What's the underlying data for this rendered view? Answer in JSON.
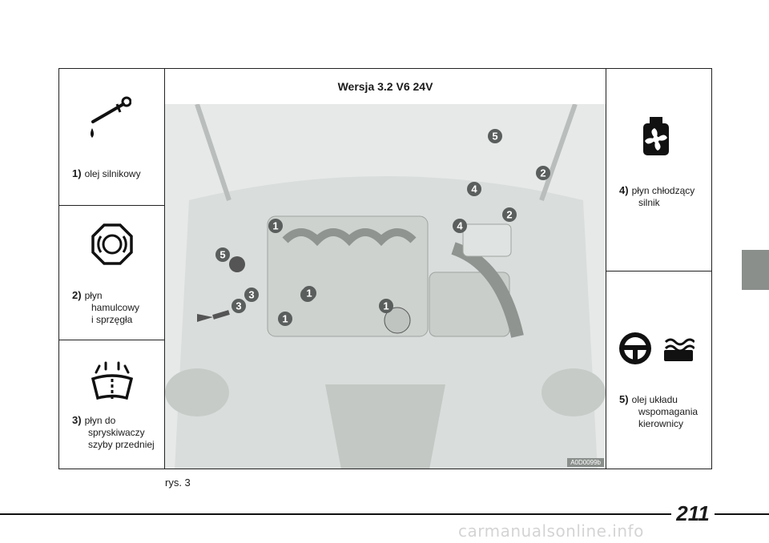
{
  "header": {
    "title": "Wersja 3.2 V6 24V"
  },
  "left_items": [
    {
      "num": "1)",
      "lines": [
        "olej silnikowy"
      ],
      "icon": "oil-dipstick-icon"
    },
    {
      "num": "2)",
      "lines": [
        "płyn",
        "hamulcowy",
        "i sprzęgła"
      ],
      "icon": "brake-fluid-icon"
    },
    {
      "num": "3)",
      "lines": [
        "płyn do",
        "spryskiwaczy",
        "szyby przedniej"
      ],
      "icon": "windscreen-washer-icon"
    }
  ],
  "right_items": [
    {
      "num": "4)",
      "lines": [
        "płyn chłodzący",
        "silnik"
      ],
      "icon": "coolant-fan-icon"
    },
    {
      "num": "5)",
      "lines": [
        "olej układu",
        "wspomagania",
        "kierownicy"
      ],
      "icon": "power-steering-icon"
    }
  ],
  "photo": {
    "code": "A0D0099b",
    "markers": [
      "1",
      "1",
      "1",
      "1",
      "1",
      "2",
      "2",
      "3",
      "3",
      "4",
      "4",
      "5",
      "5"
    ]
  },
  "caption": "rys. 3",
  "page_number": "211",
  "watermark": "carmanualsonline.info",
  "colors": {
    "tab": "#8a8f8c",
    "photo_bg": "#e9eceb"
  }
}
